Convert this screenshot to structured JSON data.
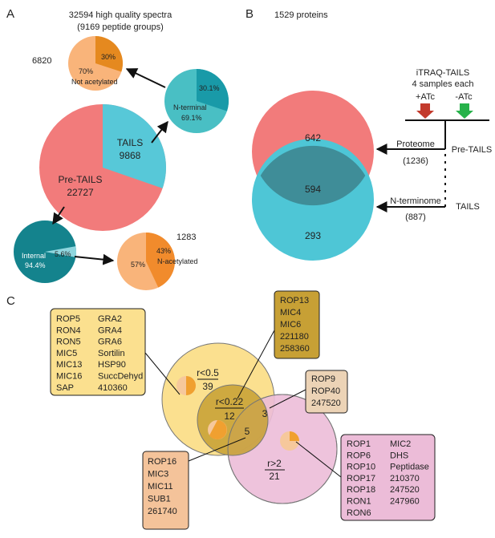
{
  "panel_a": {
    "letter": "A",
    "title_line1": "32594 high quality spectra",
    "title_line2": "(9169 peptide groups)",
    "big_pie": {
      "tails_label": "TAILS",
      "tails_value": "9868",
      "tails_fraction": 0.303,
      "pretails_label": "Pre-TAILS",
      "pretails_value": "22727"
    },
    "not_acetylated_pie": {
      "count": "6820",
      "slice_pct": "30%",
      "rest_pct": "70%",
      "rest_label": "Not acetylated",
      "slice_fraction": 0.3
    },
    "nterminal_pie": {
      "slice_pct": "30.1%",
      "rest_label": "N-terminal",
      "rest_pct": "69.1%",
      "slice_fraction": 0.301
    },
    "internal_pie": {
      "rest_label": "Internal",
      "rest_pct": "94.4%",
      "slice_pct": "5.6%",
      "slice_fraction": 0.056
    },
    "acetylated_pie": {
      "count": "1283",
      "slice_pct": "43%",
      "slice_label": "N-acetylated",
      "rest_pct": "57%",
      "slice_fraction": 0.43
    }
  },
  "panel_b": {
    "letter": "B",
    "title": "1529 proteins",
    "method_line1": "iTRAQ-TAILS",
    "method_line2": "4 samples each",
    "plus_atc": "+ATc",
    "minus_atc": "-ATc",
    "proteome_label": "Proteome",
    "proteome_count": "(1236)",
    "nterminome_label": "N-terminome",
    "nterminome_count": "(887)",
    "pretails_label": "Pre-TAILS",
    "tails_label": "TAILS",
    "venn_top_only": "642",
    "venn_overlap": "594",
    "venn_bottom_only": "293",
    "colors": {
      "proteome": "#f27b7b",
      "nterminome": "#4ec6d6",
      "overlap": "#3f8d98",
      "red_arrow": "#c33a2c",
      "green_arrow": "#27b24a"
    }
  },
  "panel_c": {
    "letter": "C",
    "circle_low": {
      "label": "r<0.5",
      "count": "39"
    },
    "circle_lower": {
      "label": "r<0.22",
      "count": "12"
    },
    "circle_high": {
      "label": "r>2",
      "count": "21"
    },
    "overlap_low_high": "5",
    "overlap_lower_high": "3",
    "box_low": {
      "col1": [
        "ROP5",
        "RON4",
        "RON5",
        "MIC5",
        "MIC13",
        "MIC16",
        "SAP"
      ],
      "col2": [
        "GRA2",
        "GRA4",
        "GRA6",
        "Sortilin",
        "HSP90",
        "SuccDehyd",
        "410360"
      ]
    },
    "box_lower": [
      "ROP13",
      "MIC4",
      "MIC6",
      "221180",
      "258360"
    ],
    "box_three": [
      "ROP9",
      "ROP40",
      "247520"
    ],
    "box_five": [
      "ROP16",
      "MIC3",
      "MIC11",
      "SUB1",
      "261740"
    ],
    "box_high": {
      "col1": [
        "ROP1",
        "ROP6",
        "ROP10",
        "ROP17",
        "ROP18",
        "RON1",
        "RON6"
      ],
      "col2": [
        "MIC2",
        "DHS",
        "Peptidase",
        "210370",
        "247520",
        "247960"
      ]
    },
    "colors": {
      "low": "#fbe08f",
      "lower": "#c7a035",
      "high": "#ecbcd8",
      "box_three": "#ecd3b6",
      "box_five": "#f4c39a"
    }
  }
}
